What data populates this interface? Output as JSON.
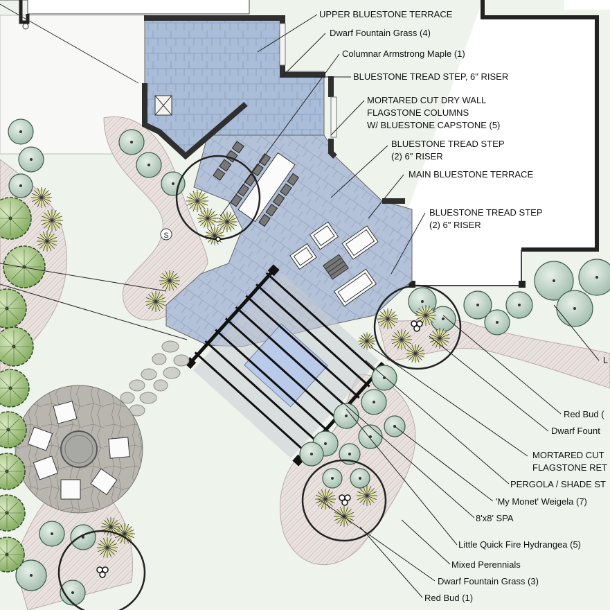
{
  "labels": {
    "upper_terrace": "UPPER BLUESTONE TERRACE",
    "dwarf_grass_4": "Dwarf Fountain Grass (4)",
    "columnar_maple": "Columnar Armstrong Maple (1)",
    "tread_step_6": "BLUESTONE TREAD STEP, 6\" RISER",
    "columns": [
      "MORTARED CUT DRY WALL",
      "FLAGSTONE COLUMNS",
      "W/ BLUESTONE CAPSTONE (5)"
    ],
    "tread_step_2a": [
      "BLUESTONE TREAD STEP",
      "(2) 6\" RISER"
    ],
    "main_terrace": "MAIN BLUESTONE TERRACE",
    "tread_step_2b": [
      "BLUESTONE TREAD STEP",
      "(2) 6\" RISER"
    ],
    "right_l": "L",
    "red_bud_partial": "Red Bud (",
    "dwarf_fount_partial": "Dwarf Fount",
    "retaining": [
      "MORTARED CUT",
      "FLAGSTONE RET"
    ],
    "pergola": "PERGOLA / SHADE ST",
    "weigela": "'My Monet' Weigela (7)",
    "spa": "8'x8' SPA",
    "hydrangea": "Little Quick Fire Hydrangea (5)",
    "perennials": "Mixed Perennials",
    "dwarf_grass_3": "Dwarf Fountain Grass (3)",
    "red_bud_1": "Red Bud (1)",
    "symbol_s": "S"
  },
  "colors": {
    "lawn": "#eef3ec",
    "terrace": "#a9bcd8",
    "terrace_gray": "#b8c0c8",
    "wall": "#333333",
    "shrub": "#c9d9cf",
    "tree_green": "#a9c98a",
    "grass": "#f2f0b0",
    "planting_bed": "#e8e2de",
    "water": "#b9cbe8",
    "patio": "#b8b6ae"
  }
}
